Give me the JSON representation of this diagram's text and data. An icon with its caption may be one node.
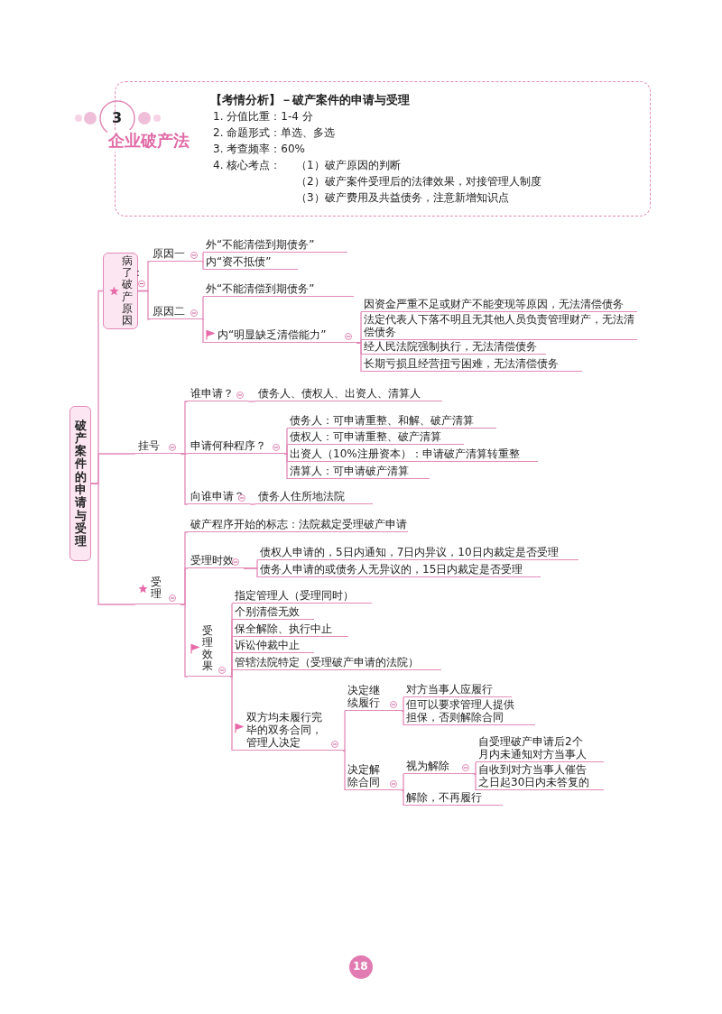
{
  "diagram": {
    "nodes": [
      {
        "text": [
          "【考情分析】－破产案件的申请与受理",
          "1. 分值比重：1-4 分",
          "2. 命题形式：单选、多选",
          "3. 考查频率：60%",
          "4. 核心考点：",
          "（1）破产原因的判断",
          "（2）破产案件受理后的法律效果，对接管理人制度",
          "（3）破产费用及共益债务，注意新增知识点"
        ]
      },
      {
        "text": [
          "破产案件的申请与受理"
        ]
      },
      {
        "text": [
          "病了：破产原因"
        ]
      },
      {
        "text": [
          "原因一"
        ]
      },
      {
        "text": [
          "外“不能清偿到期债务”"
        ]
      },
      {
        "text": [
          "内“资不抵债”"
        ]
      },
      {
        "text": [
          "原因二"
        ]
      },
      {
        "text": [
          "外“不能清偿到期债务”"
        ]
      },
      {
        "text": [
          "内“明显缺乏清偿能力”"
        ]
      },
      {
        "text": [
          "因资金严重不足或财产不能变现等原因，无法清偿债务"
        ]
      },
      {
        "text": [
          "法定代表人下落不明且无其他人员负责管理财产，无法清偿债务"
        ]
      },
      {
        "text": [
          "经人民法院强制执行，无法清偿债务"
        ]
      },
      {
        "text": [
          "长期亏损且经营扭亏困难，无法清偿债务"
        ]
      },
      {
        "text": [
          "挂号"
        ]
      },
      {
        "text": [
          "谁申请？"
        ]
      },
      {
        "text": [
          "债务人、债权人、出资人、清算人"
        ]
      },
      {
        "text": [
          "申请何种程序？"
        ]
      },
      {
        "text": [
          "债务人：可申请重整、和解、破产清算"
        ]
      },
      {
        "text": [
          "债权人：可申请重整、破产清算"
        ]
      },
      {
        "text": [
          "出资人（10%注册资本）：申请破产清算转重整"
        ]
      },
      {
        "text": [
          "清算人：可申请破产清算"
        ]
      },
      {
        "text": [
          "向谁申请？"
        ]
      },
      {
        "text": [
          "债务人住所地法院"
        ]
      },
      {
        "text": [
          "受理"
        ]
      },
      {
        "text": [
          "破产程序开始的标志：法院裁定受理破产申请"
        ]
      },
      {
        "text": [
          "受理时效"
        ]
      },
      {
        "text": [
          "债权人申请的，5日内通知，7日内异议，10日内裁定是否受理"
        ]
      },
      {
        "text": [
          "债务人申请的或债务人无异议的，15日内裁定是否受理"
        ]
      },
      {
        "text": [
          "受理效果"
        ]
      },
      {
        "text": [
          "指定管理人（受理同时）"
        ]
      },
      {
        "text": [
          "个别清偿无效"
        ]
      },
      {
        "text": [
          "保全解除、执行中止"
        ]
      },
      {
        "text": [
          "诉讼仲裁中止"
        ]
      },
      {
        "text": [
          "管辖法院特定（受理破产申请的法院）"
        ]
      },
      {
        "text": [
          "双方均未履行完毕的双务合同，管理人决定"
        ]
      },
      {
        "text": [
          "决定继续履行"
        ]
      },
      {
        "text": [
          "对方当事人应履行"
        ]
      },
      {
        "text": [
          "但可以要求管理人提供担保，否则解除合同"
        ]
      },
      {
        "text": [
          "决定解除合同"
        ]
      },
      {
        "text": [
          "视为解除"
        ]
      },
      {
        "text": [
          "自受理破产申请后2个月内未通知对方当事人"
        ]
      },
      {
        "text": [
          "自收到对方当事人催告之日起30日内未答复的"
        ]
      },
      {
        "text": [
          "解除，不再履行"
        ]
      }
    ],
    "edges": [
      {
        "from": 1,
        "to": 2,
        "arrow": "none"
      },
      {
        "from": 1,
        "to": 13,
        "arrow": "none"
      },
      {
        "from": 1,
        "to": 23,
        "arrow": "none"
      },
      {
        "from": 2,
        "to": 3,
        "arrow": "none"
      },
      {
        "from": 2,
        "to": 6,
        "arrow": "none"
      },
      {
        "from": 3,
        "to": 4,
        "arrow": "none"
      },
      {
        "from": 3,
        "to": 5,
        "arrow": "none"
      },
      {
        "from": 6,
        "to": 7,
        "arrow": "none"
      },
      {
        "from": 6,
        "to": 8,
        "arrow": "none"
      },
      {
        "from": 8,
        "to": 9,
        "arrow": "none"
      },
      {
        "from": 8,
        "to": 10,
        "arrow": "none"
      },
      {
        "from": 8,
        "to": 11,
        "arrow": "none"
      },
      {
        "from": 8,
        "to": 12,
        "arrow": "none"
      },
      {
        "from": 13,
        "to": 14,
        "arrow": "none"
      },
      {
        "from": 13,
        "to": 16,
        "arrow": "none"
      },
      {
        "from": 13,
        "to": 21,
        "arrow": "none"
      },
      {
        "from": 14,
        "to": 15,
        "arrow": "none"
      },
      {
        "from": 16,
        "to": 17,
        "arrow": "none"
      },
      {
        "from": 16,
        "to": 18,
        "arrow": "none"
      },
      {
        "from": 16,
        "to": 19,
        "arrow": "none"
      },
      {
        "from": 16,
        "to": 20,
        "arrow": "none"
      },
      {
        "from": 21,
        "to": 22,
        "arrow": "none"
      },
      {
        "from": 23,
        "to": 24,
        "arrow": "none"
      },
      {
        "from": 23,
        "to": 25,
        "arrow": "none"
      },
      {
        "from": 23,
        "to": 28,
        "arrow": "none"
      },
      {
        "from": 25,
        "to": 26,
        "arrow": "none"
      },
      {
        "from": 25,
        "to": 27,
        "arrow": "none"
      },
      {
        "from": 28,
        "to": 29,
        "arrow": "none"
      },
      {
        "from": 28,
        "to": 30,
        "arrow": "none"
      },
      {
        "from": 28,
        "to": 31,
        "arrow": "none"
      },
      {
        "from": 28,
        "to": 32,
        "arrow": "none"
      },
      {
        "from": 28,
        "to": 33,
        "arrow": "none"
      },
      {
        "from": 28,
        "to": 34,
        "arrow": "none"
      },
      {
        "from": 34,
        "to": 35,
        "arrow": "none"
      },
      {
        "from": 34,
        "to": 38,
        "arrow": "none"
      },
      {
        "from": 35,
        "to": 36,
        "arrow": "none"
      },
      {
        "from": 35,
        "to": 37,
        "arrow": "none"
      },
      {
        "from": 38,
        "to": 39,
        "arrow": "none"
      },
      {
        "from": 38,
        "to": 42,
        "arrow": "none"
      },
      {
        "from": 39,
        "to": 40,
        "arrow": "none"
      },
      {
        "from": 39,
        "to": 41,
        "arrow": "none"
      }
    ],
    "labels": [
      "3",
      "企业破产法",
      "18"
    ]
  }
}
